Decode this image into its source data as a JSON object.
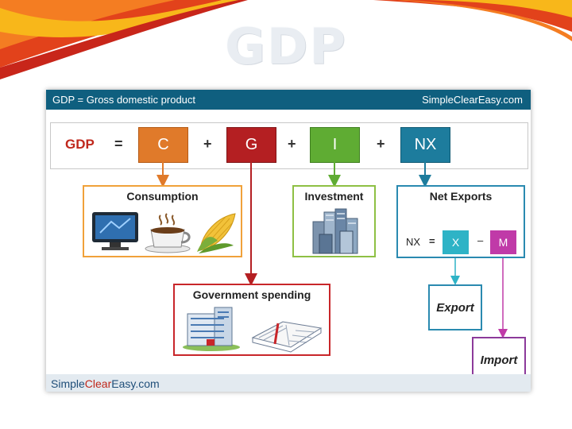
{
  "slide_title": "GDP",
  "header": {
    "left": "GDP = Gross domestic product",
    "right": "SimpleClearEasy.com"
  },
  "equation": {
    "lhs": "GDP",
    "eq": "=",
    "plus": "+",
    "terms": [
      {
        "letter": "C",
        "color": "#e07a2a"
      },
      {
        "letter": "G",
        "color": "#b41f22"
      },
      {
        "letter": "I",
        "color": "#5fac33"
      },
      {
        "letter": "NX",
        "color": "#1d7c9d"
      }
    ]
  },
  "boxes": {
    "consumption": "Consumption",
    "investment": "Investment",
    "net_exports": "Net Exports",
    "government": "Government spending"
  },
  "nx_formula": {
    "lhs": "NX",
    "eq": "=",
    "x": "X",
    "minus": "–",
    "m": "M"
  },
  "export_label": "Export",
  "import_label": "Import",
  "footer": {
    "brand_a": "Simple",
    "brand_b": "Clear",
    "brand_c": "Easy.com"
  },
  "colors": {
    "consumption": "#f0a13a",
    "government": "#c8262a",
    "investment": "#8ec044",
    "net_exports": "#2a8ab0",
    "x_tile": "#2eb3c6",
    "m_tile": "#c03aa8",
    "export_border": "#2a8ab0",
    "import_border": "#8c3a9a"
  },
  "icons": [
    "computer-monitor-icon",
    "coffee-cup-icon",
    "corn-icon",
    "skyscrapers-icon",
    "government-building-icon",
    "open-book-icon"
  ]
}
